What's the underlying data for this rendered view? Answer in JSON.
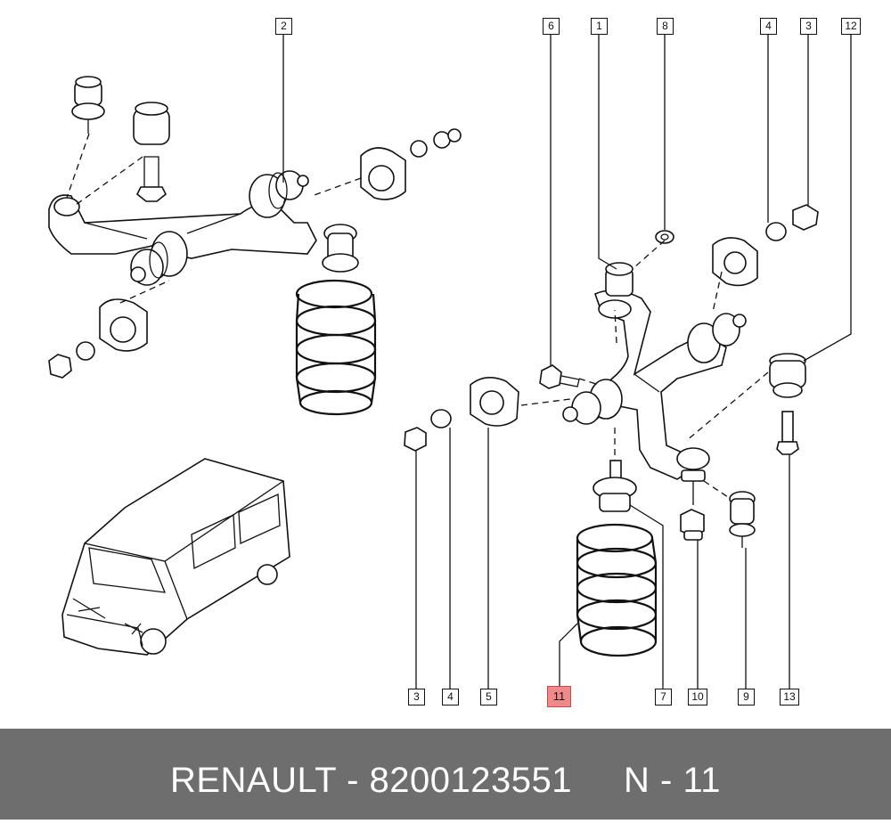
{
  "callouts": {
    "c2": "2",
    "c6": "6",
    "c1": "1",
    "c8": "8",
    "c4_top": "4",
    "c3_top": "3",
    "c12": "12",
    "c3_bottom": "3",
    "c4_bottom": "4",
    "c5": "5",
    "c11": "11",
    "c7": "7",
    "c10": "10",
    "c9": "9",
    "c13": "13"
  },
  "colors": {
    "highlight": "#f08a8a",
    "footer_bg": "#6e6e6e",
    "footer_text": "#ffffff"
  },
  "footer": {
    "text": "RENAULT - 8200123551     N - 11"
  }
}
